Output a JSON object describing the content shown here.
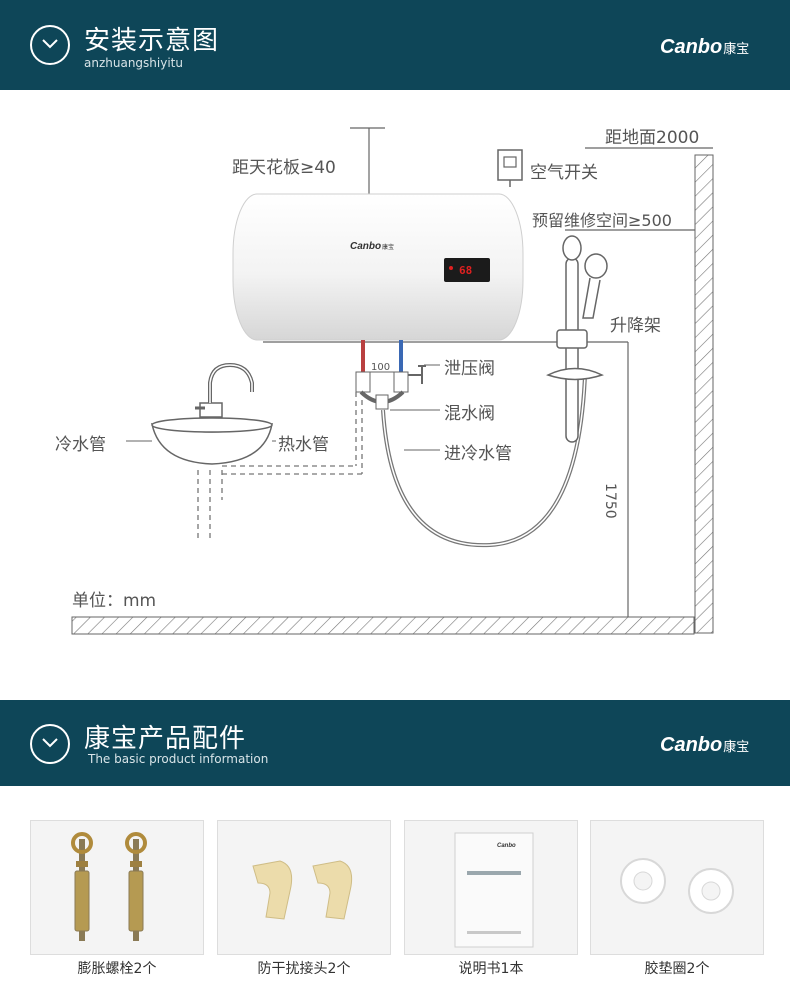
{
  "section1": {
    "title": "安装示意图",
    "subtitle": "anzhuangshiyitu",
    "logo_brand": "Canbo",
    "logo_cn": "康宝"
  },
  "diagram": {
    "labels": {
      "ceiling_clearance": "距天花板≥40",
      "floor_height": "距地面2000",
      "air_switch": "空气开关",
      "maintenance_space": "预留维修空间≥500",
      "lift_rail": "升降架",
      "relief_valve": "泄压阀",
      "mixing_valve": "混水阀",
      "cold_inlet": "进冷水管",
      "cold_pipe": "冷水管",
      "hot_pipe": "热水管",
      "unit": "单位：mm",
      "pipe_spacing": "100",
      "shower_height": "1750"
    },
    "heater_logo": "Canbo",
    "heater_logo_cn": "康宝",
    "display_value": "68"
  },
  "section2": {
    "title": "康宝产品配件",
    "subtitle": "The basic product information",
    "logo_brand": "Canbo",
    "logo_cn": "康宝"
  },
  "accessories": [
    {
      "caption": "膨胀螺栓2个"
    },
    {
      "caption": "防干扰接头2个"
    },
    {
      "caption": "说明书1本",
      "manual_brand": "Canbo"
    },
    {
      "caption": "胶垫圈2个"
    }
  ],
  "colors": {
    "banner": "#0e4658",
    "line": "#666666",
    "display_red": "#e02020"
  }
}
